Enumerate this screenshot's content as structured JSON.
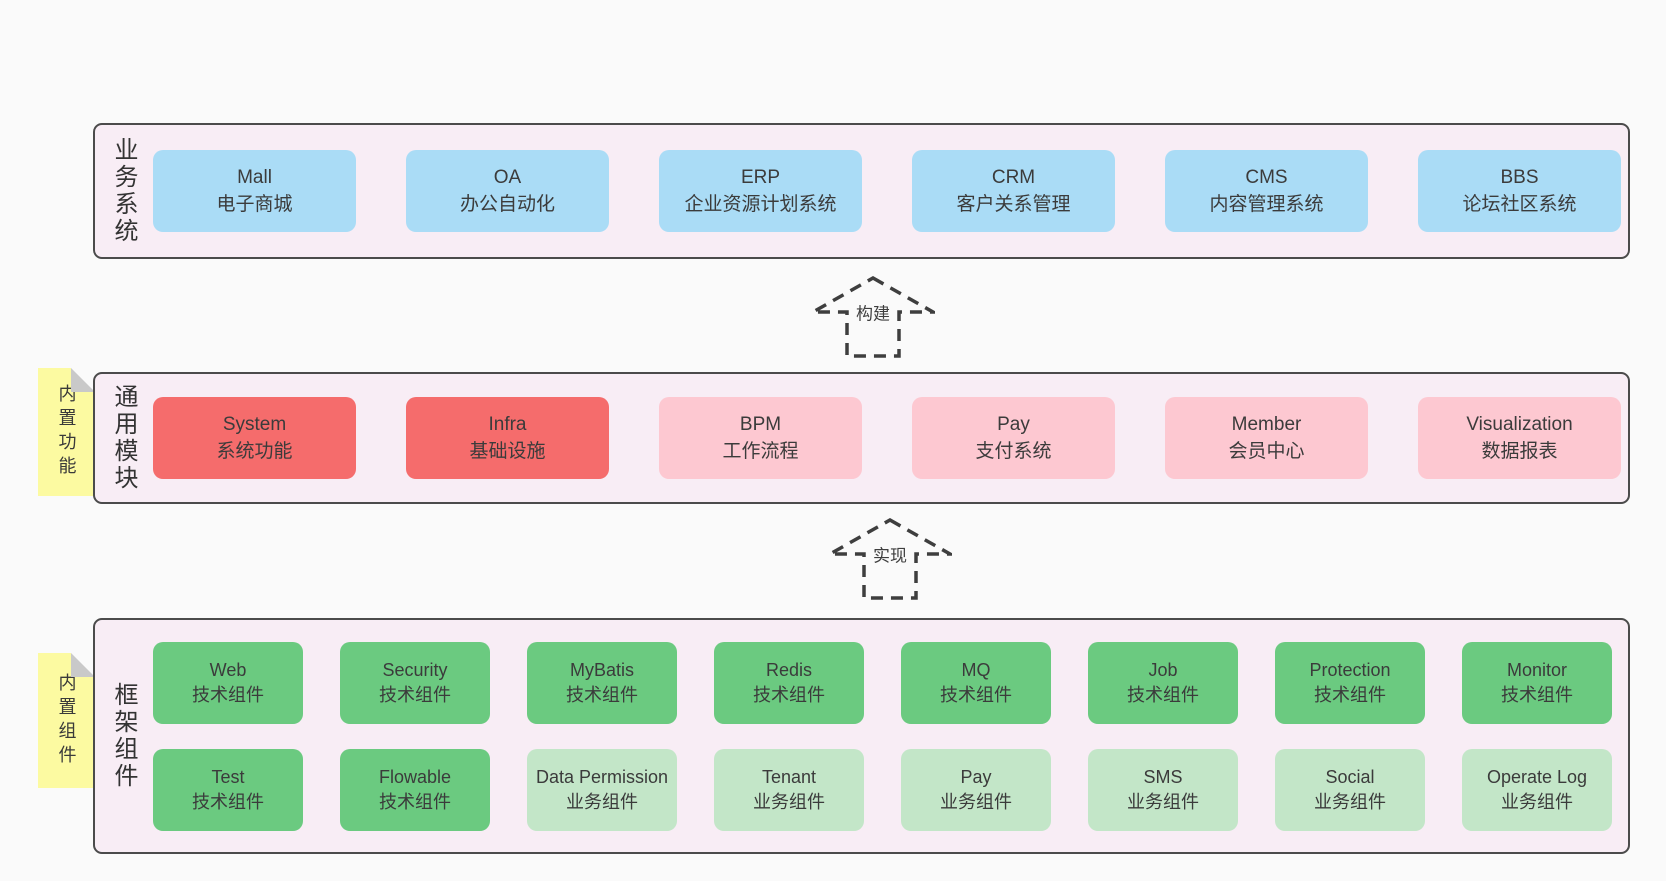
{
  "colors": {
    "page_bg": "#fafafa",
    "band_bg": "#f8edf5",
    "band_border": "#4b4b4b",
    "text": "#3b3b3b",
    "blue": "#aadcf6",
    "red": "#f56c6c",
    "pink": "#fdc8d1",
    "green_dark": "#6bca80",
    "green_light": "#c3e6c8",
    "note_yellow": "#fcfaa1",
    "note_fold": "#c9c9c9"
  },
  "arrows": [
    {
      "label": "构建"
    },
    {
      "label": "实现"
    }
  ],
  "bands": [
    {
      "label": "业务系统",
      "items": [
        {
          "title": "Mall",
          "subtitle": "电子商城",
          "variant": "blue"
        },
        {
          "title": "OA",
          "subtitle": "办公自动化",
          "variant": "blue"
        },
        {
          "title": "ERP",
          "subtitle": "企业资源计划系统",
          "variant": "blue"
        },
        {
          "title": "CRM",
          "subtitle": "客户关系管理",
          "variant": "blue"
        },
        {
          "title": "CMS",
          "subtitle": "内容管理系统",
          "variant": "blue"
        },
        {
          "title": "BBS",
          "subtitle": "论坛社区系统",
          "variant": "blue"
        }
      ]
    },
    {
      "label": "通用模块",
      "note": "内置功能",
      "items": [
        {
          "title": "System",
          "subtitle": "系统功能",
          "variant": "red"
        },
        {
          "title": "Infra",
          "subtitle": "基础设施",
          "variant": "red"
        },
        {
          "title": "BPM",
          "subtitle": "工作流程",
          "variant": "pink"
        },
        {
          "title": "Pay",
          "subtitle": "支付系统",
          "variant": "pink"
        },
        {
          "title": "Member",
          "subtitle": "会员中心",
          "variant": "pink"
        },
        {
          "title": "Visualization",
          "subtitle": "数据报表",
          "variant": "pink"
        }
      ]
    },
    {
      "label": "框架组件",
      "note": "内置组件",
      "rows": [
        [
          {
            "title": "Web",
            "subtitle": "技术组件",
            "variant": "green-dark"
          },
          {
            "title": "Security",
            "subtitle": "技术组件",
            "variant": "green-dark"
          },
          {
            "title": "MyBatis",
            "subtitle": "技术组件",
            "variant": "green-dark"
          },
          {
            "title": "Redis",
            "subtitle": "技术组件",
            "variant": "green-dark"
          },
          {
            "title": "MQ",
            "subtitle": "技术组件",
            "variant": "green-dark"
          },
          {
            "title": "Job",
            "subtitle": "技术组件",
            "variant": "green-dark"
          },
          {
            "title": "Protection",
            "subtitle": "技术组件",
            "variant": "green-dark"
          },
          {
            "title": "Monitor",
            "subtitle": "技术组件",
            "variant": "green-dark"
          }
        ],
        [
          {
            "title": "Test",
            "subtitle": "技术组件",
            "variant": "green-dark"
          },
          {
            "title": "Flowable",
            "subtitle": "技术组件",
            "variant": "green-dark"
          },
          {
            "title": "Data Permission",
            "subtitle": "业务组件",
            "variant": "green-light"
          },
          {
            "title": "Tenant",
            "subtitle": "业务组件",
            "variant": "green-light"
          },
          {
            "title": "Pay",
            "subtitle": "业务组件",
            "variant": "green-light"
          },
          {
            "title": "SMS",
            "subtitle": "业务组件",
            "variant": "green-light"
          },
          {
            "title": "Social",
            "subtitle": "业务组件",
            "variant": "green-light"
          },
          {
            "title": "Operate Log",
            "subtitle": "业务组件",
            "variant": "green-light"
          }
        ]
      ]
    }
  ]
}
